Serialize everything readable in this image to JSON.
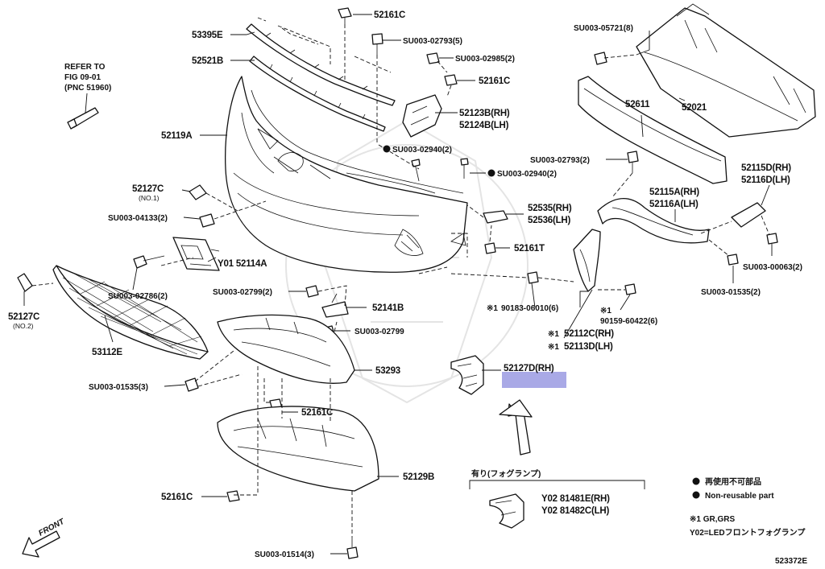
{
  "refer": {
    "line1": "REFER TO",
    "line2": "FIG 09-01",
    "line3": "(PNC 51960)"
  },
  "labels": {
    "p53395E": "53395E",
    "p52521B": "52521B",
    "p52119A": "52119A",
    "p52127C_no1": "52127C",
    "no1": "(NO.1)",
    "su_04133": "SU003-04133(2)",
    "y01_52114A": "Y01 52114A",
    "su_02786": "SU003-02786(2)",
    "p52127C_no2": "52127C",
    "no2": "(NO.2)",
    "p53112E": "53112E",
    "su_01535_3": "SU003-01535(3)",
    "p52161C_top": "52161C",
    "su_02793_5": "SU003-02793(5)",
    "su_02985": "SU003-02985(2)",
    "p52161C_2": "52161C",
    "p52123B": "52123B(RH)",
    "p52124B": "52124B(LH)",
    "su_02940_a": "SU003-02940(2)",
    "su_02940_b": "SU003-02940(2)",
    "p52535": "52535(RH)",
    "p52536": "52536(LH)",
    "p52161T": "52161T",
    "su_02799_2": "SU003-02799(2)",
    "p52141B": "52141B",
    "su_02799": "SU003-02799",
    "p53293": "53293",
    "p52161C_3": "52161C",
    "p52129B": "52129B",
    "p52161C_4": "52161C",
    "su_01514": "SU003-01514(3)",
    "su_05721": "SU003-05721(8)",
    "p52611": "52611",
    "p52021": "52021",
    "su_02793_2": "SU003-02793(2)",
    "p52115D": "52115D(RH)",
    "p52116D": "52116D(LH)",
    "p52115A": "52115A(RH)",
    "p52116A": "52116A(LH)",
    "su_00063": "SU003-00063(2)",
    "su_01535_2": "SU003-01535(2)",
    "p90183": "90183-06010(6)",
    "p90159_mark": "※1",
    "p90159": "90159-60422(6)",
    "p52112C": "52112C(RH)",
    "p52113D": "52113D(LH)",
    "p52127D": "52127D(RH)",
    "mark1": "※1",
    "mark1b": "※1",
    "mark1c": "※1",
    "fog_title": "有り(フォグランプ)",
    "y02_81481E": "Y02 81481E(RH)",
    "y02_81482C": "Y02 81482C(LH)",
    "front": "FRONT"
  },
  "legend": {
    "reuse_jp": "再使用不可部品",
    "reuse_en": "Non-reusable part",
    "note1": "※1 GR,GRS",
    "note2": "Y02=LEDフロントフォグランプ"
  },
  "figure_id": "523372E",
  "colors": {
    "highlight": "#a9a9e6",
    "ink": "#111111"
  }
}
